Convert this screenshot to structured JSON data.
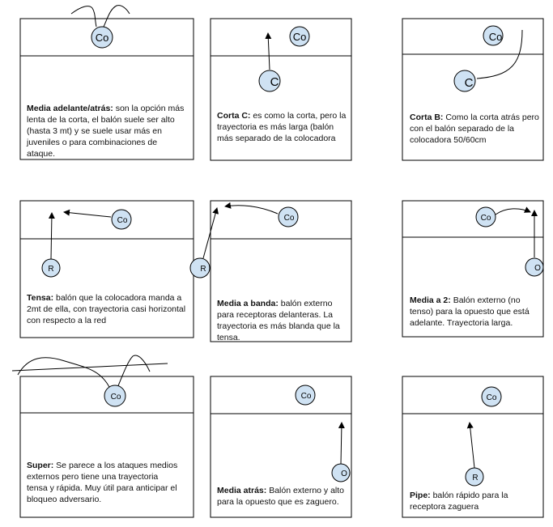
{
  "colors": {
    "node_fill": "#cfe2f3",
    "stroke": "#000000"
  },
  "panels": [
    {
      "id": "media-adelante-atras",
      "title": "Media adelante/atrás:",
      "text": " son la opción más lenta de la corta, el balón suele ser alto (hasta 3 mt) y se suele usar más en juveniles o para combinaciones de ataque.",
      "nodes": [
        "Co"
      ]
    },
    {
      "id": "corta-c",
      "title": "Corta C:",
      "text": " es como la corta, pero la trayectoria es más larga (balón más separado de la colocadora",
      "nodes": [
        "Co",
        "C"
      ]
    },
    {
      "id": "corta-b",
      "title": "Corta B:",
      "text": "  Como la corta atrás pero con el balón separado de la colocadora 50/60cm",
      "nodes": [
        "Co",
        "C"
      ]
    },
    {
      "id": "tensa",
      "title": "Tensa:",
      "text": " balón que la colocadora manda a 2mt de ella, con trayectoria casi horizontal con respecto a la red",
      "nodes": [
        "Co",
        "R"
      ]
    },
    {
      "id": "media-a-banda",
      "title": "Media a banda:",
      "text": " balón externo para receptoras delanteras. La trayectoria es más blanda que la tensa.",
      "nodes": [
        "Co",
        "R"
      ]
    },
    {
      "id": "media-a-2",
      "title": "Media a 2:",
      "text": " Balón externo (no tenso) para la opuesto que está adelante. Trayectoria larga.",
      "nodes": [
        "Co",
        "O"
      ]
    },
    {
      "id": "super",
      "title": "Super:",
      "text": " Se parece a los ataques medios externos pero tiene una trayectoria tensa y rápida. Muy útil para anticipar el bloqueo adversario.",
      "nodes": [
        "Co"
      ]
    },
    {
      "id": "media-atras",
      "title": "Media atrás:",
      "text": " Balón externo y alto para la opuesto que es zaguero.",
      "nodes": [
        "Co",
        "O"
      ]
    },
    {
      "id": "pipe",
      "title": "Pipe:",
      "text": " balón rápido para la receptora zaguera",
      "nodes": [
        "Co",
        "R"
      ]
    }
  ]
}
